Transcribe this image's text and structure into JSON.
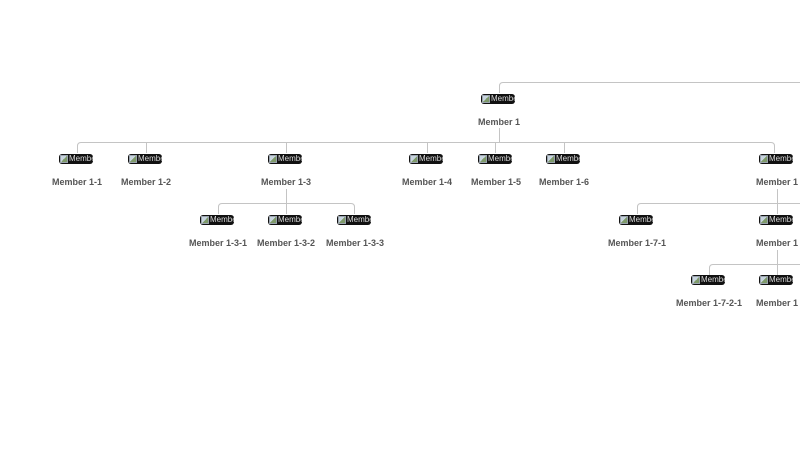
{
  "avatar_alt": "Member",
  "colors": {
    "connector": "#c4c4c4",
    "label": "#555555",
    "avatar_bg": "#111111",
    "background": "#ffffff"
  },
  "members": [
    {
      "id": "m1",
      "name": "Member 1"
    },
    {
      "id": "m1-1",
      "name": "Member 1-1"
    },
    {
      "id": "m1-2",
      "name": "Member 1-2"
    },
    {
      "id": "m1-3",
      "name": "Member 1-3"
    },
    {
      "id": "m1-4",
      "name": "Member 1-4"
    },
    {
      "id": "m1-5",
      "name": "Member 1-5"
    },
    {
      "id": "m1-6",
      "name": "Member 1-6"
    },
    {
      "id": "m1-7",
      "name": "Member 1"
    },
    {
      "id": "m1-3-1",
      "name": "Member 1-3-1"
    },
    {
      "id": "m1-3-2",
      "name": "Member 1-3-2"
    },
    {
      "id": "m1-3-3",
      "name": "Member 1-3-3"
    },
    {
      "id": "m1-7-1",
      "name": "Member 1-7-1"
    },
    {
      "id": "m1-7-2",
      "name": "Member 1"
    },
    {
      "id": "m1-7-2-1",
      "name": "Member 1-7-2-1"
    },
    {
      "id": "m1-7-2-2",
      "name": "Member 1"
    }
  ]
}
